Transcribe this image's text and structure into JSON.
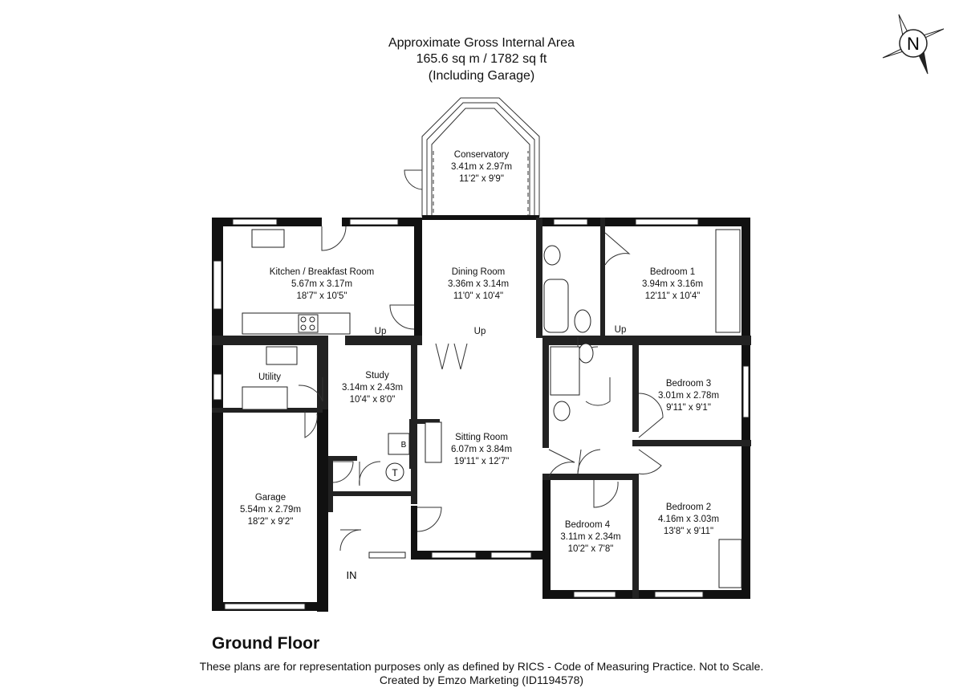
{
  "header": {
    "title": "Approximate Gross Internal Area",
    "area": "165.6 sq m / 1782 sq ft",
    "note": "(Including Garage)"
  },
  "compass": {
    "label": "N"
  },
  "rooms": {
    "conservatory": {
      "name": "Conservatory",
      "metric": "3.41m x 2.97m",
      "imperial": "11'2\" x 9'9\""
    },
    "kitchen": {
      "name": "Kitchen / Breakfast Room",
      "metric": "5.67m x 3.17m",
      "imperial": "18'7\" x 10'5\""
    },
    "dining": {
      "name": "Dining Room",
      "metric": "3.36m x 3.14m",
      "imperial": "11'0\" x 10'4\""
    },
    "bedroom1": {
      "name": "Bedroom 1",
      "metric": "3.94m x 3.16m",
      "imperial": "12'11\" x 10'4\""
    },
    "utility": {
      "name": "Utility"
    },
    "study": {
      "name": "Study",
      "metric": "3.14m x 2.43m",
      "imperial": "10'4\" x 8'0\""
    },
    "bedroom3": {
      "name": "Bedroom 3",
      "metric": "3.01m x 2.78m",
      "imperial": "9'11\" x 9'1\""
    },
    "sitting": {
      "name": "Sitting Room",
      "metric": "6.07m x 3.84m",
      "imperial": "19'11\" x 12'7\""
    },
    "garage": {
      "name": "Garage",
      "metric": "5.54m x 2.79m",
      "imperial": "18'2\" x 9'2\""
    },
    "bedroom4": {
      "name": "Bedroom 4",
      "metric": "3.11m x 2.34m",
      "imperial": "10'2\" x 7'8\""
    },
    "bedroom2": {
      "name": "Bedroom 2",
      "metric": "4.16m x 3.03m",
      "imperial": "13'8\" x 9'11\""
    }
  },
  "labels": {
    "up1": "Up",
    "up2": "Up",
    "up3": "Up",
    "in": "IN",
    "boiler": "B",
    "tank": "T"
  },
  "footer": {
    "floor": "Ground Floor",
    "disclaimer": "These plans are for representation purposes only as defined by RICS - Code of Measuring Practice. Not to Scale.",
    "credit": "Created by Emzo Marketing (ID1194578)"
  }
}
